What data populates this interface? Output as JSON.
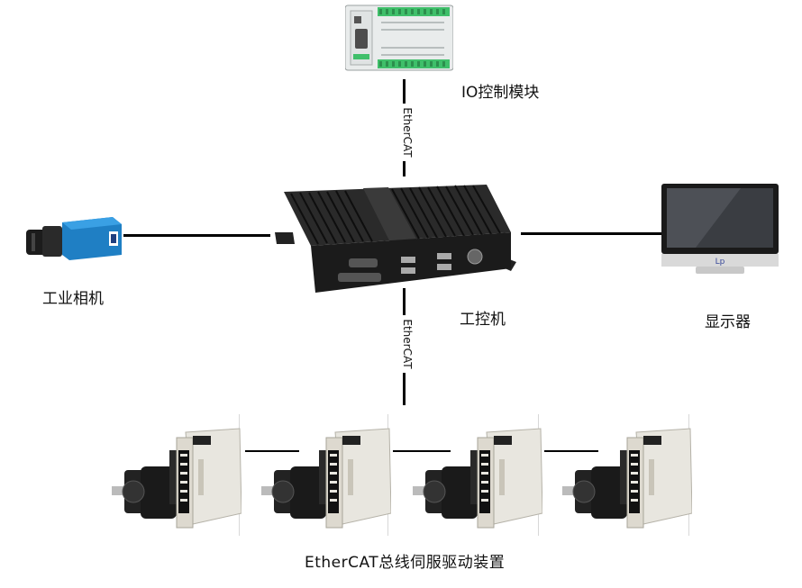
{
  "nodes": {
    "io_module": {
      "label": "IO控制模块"
    },
    "ipc": {
      "label": "工控机"
    },
    "camera": {
      "label": "工业相机"
    },
    "display": {
      "label": "显示器"
    },
    "servo_drives": {
      "label": "EtherCAT总线伺服驱动装置"
    }
  },
  "links": {
    "top_link": {
      "label": "EtherCAT"
    },
    "bottom_link": {
      "label": "EtherCAT"
    }
  },
  "colors": {
    "line": "#000000",
    "camera_body": "#1f7fc4",
    "ipc_body": "#1c1c1c",
    "io_body": "#e9ecec",
    "io_terminal": "#3fbf6a",
    "drive_body": "#e8e6df",
    "motor_body": "#1a1a1a",
    "panel_divider": "#d8d8d8"
  }
}
